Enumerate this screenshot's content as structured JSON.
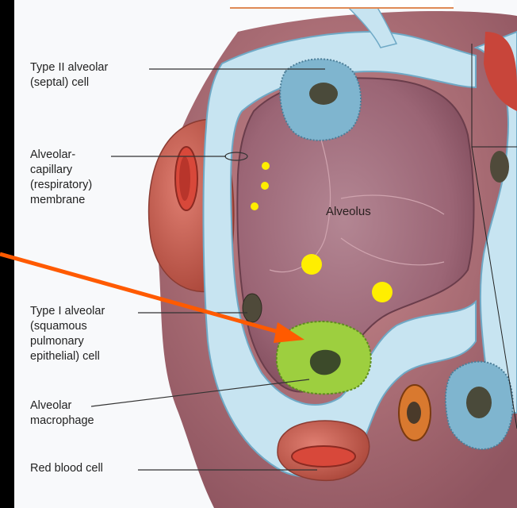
{
  "labels": {
    "type2": [
      "Type II alveolar",
      "(septal) cell"
    ],
    "membrane": [
      "Alveolar-",
      "capillary",
      "(respiratory)",
      "membrane"
    ],
    "type1": [
      "Type I alveolar",
      "(squamous",
      "pulmonary",
      "epithelial) cell"
    ],
    "macrophage": [
      "Alveolar",
      "macrophage"
    ],
    "rbc": [
      "Red blood cell"
    ],
    "alveolus": "Alveolus"
  },
  "colors": {
    "arrow": "#ff5a00",
    "marker": "#ffee00",
    "interstitium": "#bfe0ee",
    "alveolus_wall": "#a56d79",
    "macrophage": "#8ec43c"
  }
}
